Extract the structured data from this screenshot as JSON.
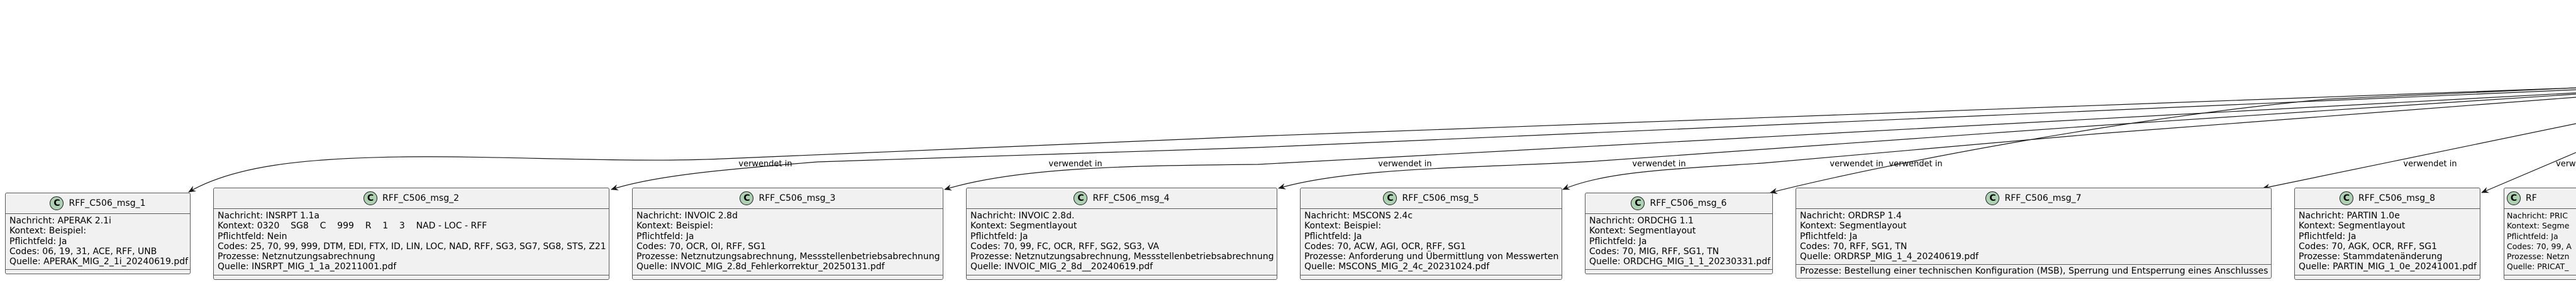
{
  "edge_labels": [
    "verwendet in",
    "verwendet in",
    "verwendet in",
    "verwendet in",
    "verwendet in",
    "verwendet in",
    "verwendet in",
    "verw"
  ],
  "classes": [
    {
      "title": "RFF_C506_msg_1",
      "fields": [
        "Nachricht: APERAK 2.1i",
        "Kontext: Beispiel:",
        "Pflichtfeld: Ja",
        "Codes: 06, 19, 31, ACE, RFF, UNB",
        "Quelle: APERAK_MIG_2_1i_20240619.pdf"
      ]
    },
    {
      "title": "RFF_C506_msg_2",
      "fields": [
        "Nachricht: INSRPT 1.1a",
        "Kontext: 0320    SG8    C    999    R    1    3    NAD - LOC - RFF",
        "Pflichtfeld: Nein",
        "Codes: 25, 70, 99, 999, DTM, EDI, FTX, ID, LIN, LOC, NAD, RFF, SG3, SG7, SG8, STS, Z21",
        "Prozesse: Netznutzungsabrechnung",
        "Quelle: INSRPT_MIG_1_1a_20211001.pdf"
      ]
    },
    {
      "title": "RFF_C506_msg_3",
      "fields": [
        "Nachricht: INVOIC 2.8d",
        "Kontext: Beispiel:",
        "Pflichtfeld: Ja",
        "Codes: 70, OCR, OI, RFF, SG1",
        "Prozesse: Netznutzungsabrechnung, Messstellenbetriebsabrechnung",
        "Quelle: INVOIC_MIG_2.8d_Fehlerkorrektur_20250131.pdf"
      ]
    },
    {
      "title": "RFF_C506_msg_4",
      "fields": [
        "Nachricht: INVOIC 2.8d.",
        "Kontext: Segmentlayout",
        "Pflichtfeld: Ja",
        "Codes: 70, 99, FC, OCR, RFF, SG2, SG3, VA",
        "Prozesse: Netznutzungsabrechnung, Messstellenbetriebsabrechnung",
        "Quelle: INVOIC_MIG_2_8d__20240619.pdf"
      ]
    },
    {
      "title": "RFF_C506_msg_5",
      "fields": [
        "Nachricht: MSCONS 2.4c",
        "Kontext: Beispiel:",
        "Pflichtfeld: Ja",
        "Codes: 70, ACW, AGI, OCR, RFF, SG1",
        "Prozesse: Anforderung und Übermittlung von Messwerten",
        "Quelle: MSCONS_MIG_2_4c_20231024.pdf"
      ]
    },
    {
      "title": "RFF_C506_msg_6",
      "fields": [
        "Nachricht: ORDCHG 1.1",
        "Kontext: Segmentlayout",
        "Pflichtfeld: Ja",
        "Codes: 70, MIG, RFF, SG1, TN",
        "Quelle: ORDCHG_MIG_1_1_20230331.pdf"
      ]
    },
    {
      "title": "RFF_C506_msg_7",
      "fields": [
        "Nachricht: ORDRSP 1.4",
        "Kontext: Segmentlayout",
        "Pflichtfeld: Ja",
        "Codes: 70, RFF, SG1, TN",
        "Quelle: ORDRSP_MIG_1_4_20240619.pdf"
      ],
      "extra": "Prozesse: Bestellung einer technischen Konfiguration (MSB), Sperrung und Entsperrung eines Anschlusses"
    },
    {
      "title": "RFF_C506_msg_8",
      "fields": [
        "Nachricht: PARTIN 1.0e",
        "Kontext: Segmentlayout",
        "Pflichtfeld: Ja",
        "Codes: 70, AGK, OCR, RFF, SG1",
        "Prozesse: Stammdatenänderung",
        "Quelle: PARTIN_MIG_1_0e_20241001.pdf"
      ]
    },
    {
      "title": "RF",
      "fields": [
        "Nachricht: PRIC",
        "Kontext: Segme",
        "Pflichtfeld: Ja",
        "Codes: 70, 99, A",
        "Prozesse: Netzn",
        "Quelle: PRICAT_"
      ]
    }
  ],
  "class_icon_letter": "C",
  "colors": {
    "box_bg": "#F1F1F1",
    "circle": "#ADD1B2",
    "line": "#181818"
  }
}
